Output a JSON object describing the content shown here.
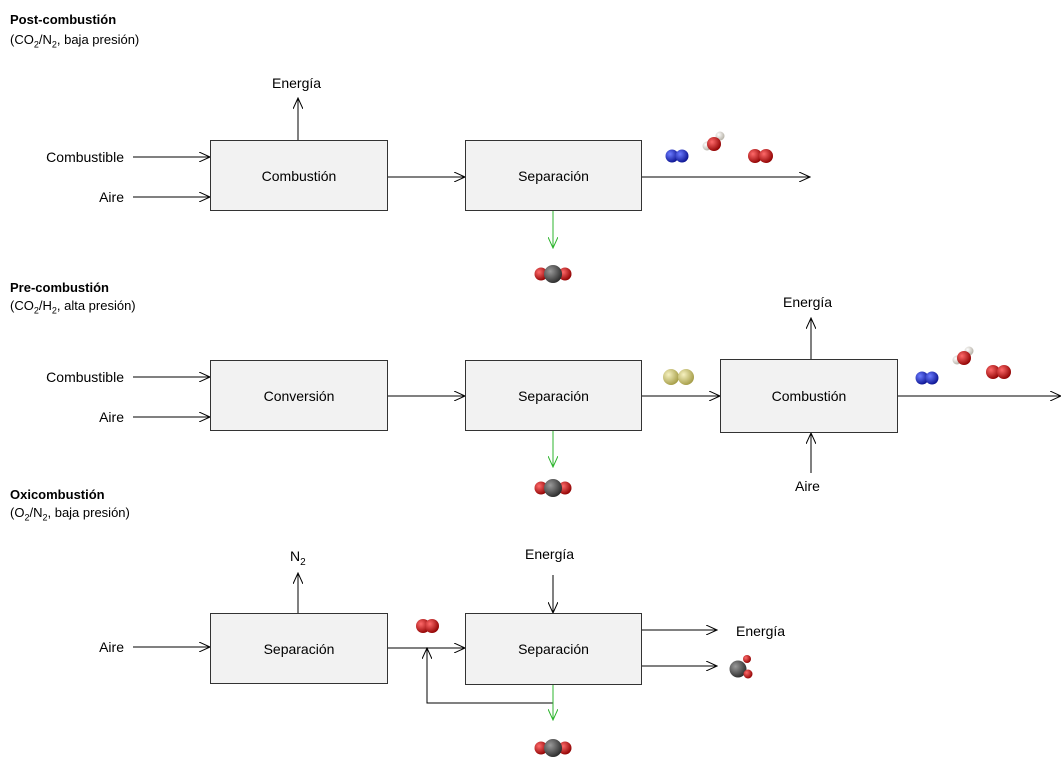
{
  "sections": {
    "post": {
      "title": "Post-combustión",
      "sub_pre": "(CO",
      "sub_1": "2",
      "sub_mid": "/N",
      "sub_2": "2",
      "sub_post": ", baja presión)",
      "input_fuel": "Combustible",
      "input_air": "Aire",
      "box_combustion": "Combustión",
      "box_separation": "Separación",
      "output_energy": "Energía"
    },
    "pre": {
      "title": "Pre-combustión",
      "sub_pre": "(CO",
      "sub_1": "2",
      "sub_mid": "/H",
      "sub_2": "2",
      "sub_post": ", alta presión)",
      "input_fuel": "Combustible",
      "input_air": "Aire",
      "box_conversion": "Conversión",
      "box_separation": "Separación",
      "box_combustion": "Combustión",
      "output_energy": "Energía",
      "input_air_bottom": "Aire"
    },
    "oxy": {
      "title": "Oxicombustión",
      "sub_pre": "(O",
      "sub_1": "2",
      "sub_mid": "/N",
      "sub_2": "2",
      "sub_post": ", baja presión)",
      "input_air": "Aire",
      "box_separation_1": "Separación",
      "box_separation_2": "Separación",
      "output_n2": "N",
      "output_n2_sub": "2",
      "input_energy": "Energía",
      "output_energy": "Energía"
    }
  },
  "colors": {
    "box_fill": "#f2f2f2",
    "line": "#000000",
    "co2_arrow": "#2db52d",
    "nitrogen": "#1a24c8",
    "oxygen": "#d40000",
    "carbon": "#555555",
    "hydrogen": "#ece8e0",
    "h2_molecule": "#d6d083"
  },
  "molecules": {
    "post": [
      "n2",
      "h2o",
      "o2",
      "co2"
    ],
    "pre": [
      "h2",
      "n2",
      "h2o",
      "o2",
      "co2"
    ],
    "oxy": [
      "o2",
      "ch_molecule",
      "co2"
    ]
  }
}
